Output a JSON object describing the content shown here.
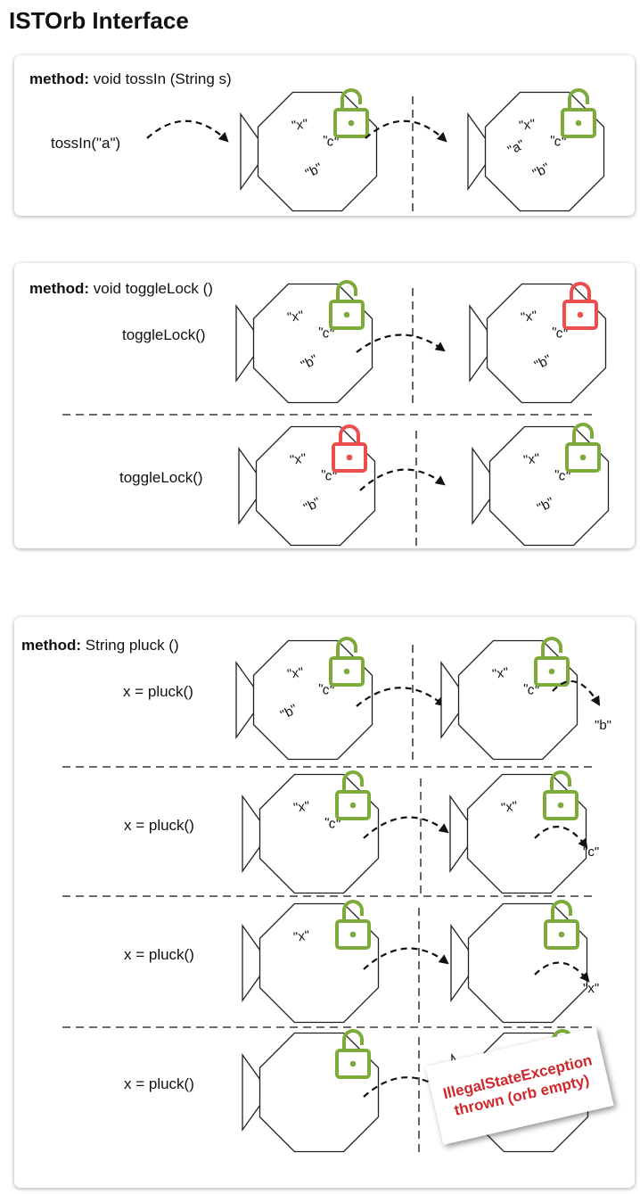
{
  "title": "ISTOrb Interface",
  "colors": {
    "unlocked": "#7cab3c",
    "locked": "#ec4e4e",
    "exception": "#d0272d"
  },
  "icons": {
    "unlocked": "padlock-open-icon",
    "locked": "padlock-closed-icon"
  },
  "sections": [
    {
      "keyword": "method:",
      "signature": " void tossIn (String s)",
      "rows": [
        {
          "call": "tossIn(\"a\")",
          "before": {
            "lock": "unlocked",
            "strings": [
              "\"x\"",
              "\"c\"",
              "\"b\""
            ]
          },
          "after": {
            "lock": "unlocked",
            "strings": [
              "\"x\"",
              "\"c\"",
              "\"a\"",
              "\"b\""
            ]
          }
        }
      ]
    },
    {
      "keyword": "method:",
      "signature": " void toggleLock ()",
      "rows": [
        {
          "call": "toggleLock()",
          "before": {
            "lock": "unlocked",
            "strings": [
              "\"x\"",
              "\"c\"",
              "\"b\""
            ]
          },
          "after": {
            "lock": "locked",
            "strings": [
              "\"x\"",
              "\"c\"",
              "\"b\""
            ]
          }
        },
        {
          "call": "toggleLock()",
          "before": {
            "lock": "locked",
            "strings": [
              "\"x\"",
              "\"c\"",
              "\"b\""
            ]
          },
          "after": {
            "lock": "unlocked",
            "strings": [
              "\"x\"",
              "\"c\"",
              "\"b\""
            ]
          }
        }
      ]
    },
    {
      "keyword": "method:",
      "signature": " String pluck ()",
      "rows": [
        {
          "call": "x = pluck()",
          "before": {
            "lock": "unlocked",
            "strings": [
              "\"x\"",
              "\"c\"",
              "\"b\""
            ]
          },
          "after": {
            "lock": "unlocked",
            "strings": [
              "\"x\"",
              "\"c\""
            ]
          },
          "result": "\"b\""
        },
        {
          "call": "x = pluck()",
          "before": {
            "lock": "unlocked",
            "strings": [
              "\"x\"",
              "\"c\""
            ]
          },
          "after": {
            "lock": "unlocked",
            "strings": [
              "\"x\""
            ]
          },
          "result": "\"c\""
        },
        {
          "call": "x = pluck()",
          "before": {
            "lock": "unlocked",
            "strings": [
              "\"x\""
            ]
          },
          "after": {
            "lock": "unlocked",
            "strings": []
          },
          "result": "\"x\""
        },
        {
          "call": "x = pluck()",
          "before": {
            "lock": "unlocked",
            "strings": []
          },
          "after": {
            "lock": "unlocked",
            "strings": []
          },
          "exception": {
            "line1": "IllegalStateException",
            "line2": "thrown (orb empty)"
          }
        }
      ]
    }
  ]
}
